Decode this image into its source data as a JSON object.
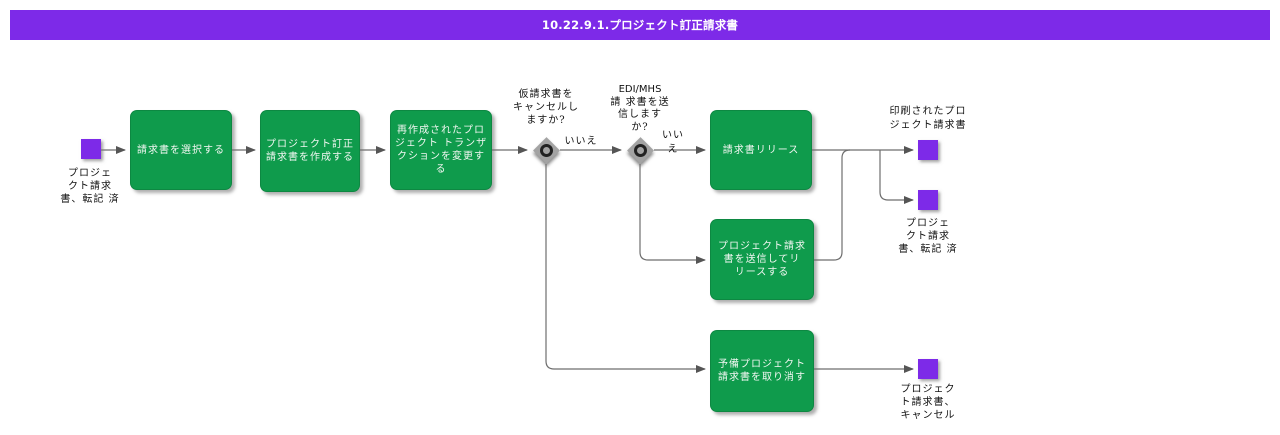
{
  "title": "10.22.9.1.プロジェクト訂正請求書",
  "colors": {
    "header": "#7D2AE8",
    "event_square": "#7D2AE8",
    "task_box": "#0F9B4C",
    "decision_diamond": "#A3A3A3",
    "connector": "#6E6E6E",
    "task_text": "#FFFFFF",
    "label_text": "#111111"
  },
  "events": {
    "start": {
      "lines": [
        "プロジェ",
        "クト請求",
        "書、転記 済"
      ]
    },
    "printed": {
      "lines": [
        "印刷されたプロ",
        "ジェクト請求書"
      ]
    },
    "posted": {
      "lines": [
        "プロジェ",
        "クト請求",
        "書、転記 済"
      ]
    },
    "cancelled": {
      "lines": [
        "プロジェク",
        "ト請求書、",
        "キャンセル"
      ]
    }
  },
  "tasks": {
    "select_invoice": {
      "lines": [
        "請求書を選択する"
      ]
    },
    "create_correction": {
      "lines": [
        "プロジェクト訂正",
        "請求書を作成する"
      ]
    },
    "modify_transactions": {
      "lines": [
        "再作成されたプロ",
        "ジェクト トランザ",
        "クションを変更す",
        "る"
      ]
    },
    "release_invoice": {
      "lines": [
        "請求書リリース"
      ]
    },
    "send_release": {
      "lines": [
        "プロジェクト請求",
        "書を送信してリ",
        "リースする"
      ]
    },
    "cancel_preliminary": {
      "lines": [
        "予備プロジェクト",
        "請求書を取り消す"
      ]
    }
  },
  "decisions": {
    "cancel_proforma": {
      "lines": [
        "仮請求書を",
        "キャンセルし",
        "ますか?"
      ],
      "no": "いいえ"
    },
    "send_edi": {
      "lines": [
        "EDI/MHS",
        "請 求書を送",
        "信します",
        "か?"
      ],
      "no_lines": [
        "いい",
        "え"
      ]
    }
  }
}
